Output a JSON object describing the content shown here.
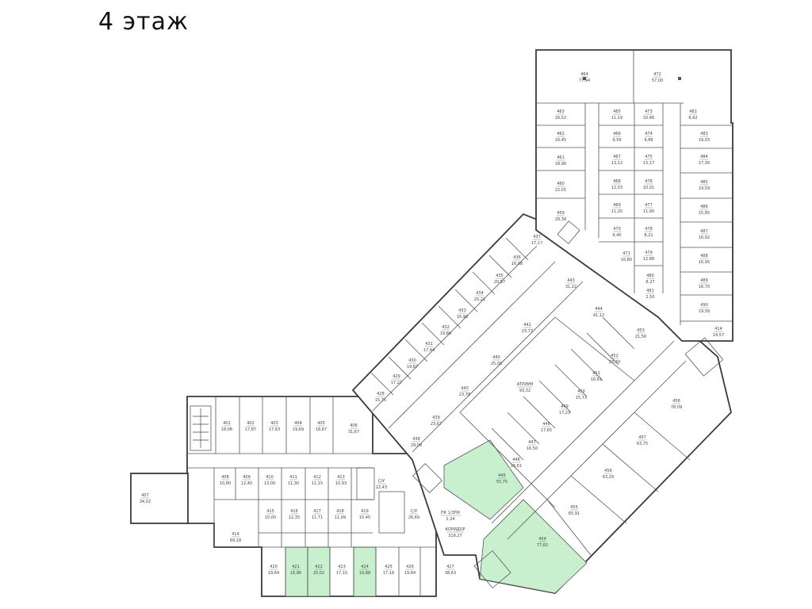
{
  "title": "4 этаж",
  "rooms": [
    {
      "id": "r401",
      "num": "401",
      "area": "18,06"
    },
    {
      "id": "r402",
      "num": "402",
      "area": "17,87"
    },
    {
      "id": "r403",
      "num": "403",
      "area": "17,63"
    },
    {
      "id": "r404",
      "num": "404",
      "area": "19,69"
    },
    {
      "id": "r405",
      "num": "405",
      "area": "18,67"
    },
    {
      "id": "r406",
      "num": "406",
      "area": "31,67"
    },
    {
      "id": "r407",
      "num": "407",
      "area": "34,02"
    },
    {
      "id": "r408",
      "num": "408",
      "area": "10,80"
    },
    {
      "id": "r409",
      "num": "409",
      "area": "12,40"
    },
    {
      "id": "r410",
      "num": "410",
      "area": "13,00"
    },
    {
      "id": "r411",
      "num": "411",
      "area": "11,30"
    },
    {
      "id": "r412",
      "num": "412",
      "area": "11,15"
    },
    {
      "id": "r413",
      "num": "413",
      "area": "10,93"
    },
    {
      "id": "r414",
      "num": "414",
      "area": "69,18"
    },
    {
      "id": "r415",
      "num": "415",
      "area": "10,00"
    },
    {
      "id": "r416",
      "num": "416",
      "area": "12,35"
    },
    {
      "id": "r417",
      "num": "417",
      "area": "11,71"
    },
    {
      "id": "r418",
      "num": "418",
      "area": "11,99"
    },
    {
      "id": "r419",
      "num": "419",
      "area": "10,45"
    },
    {
      "id": "r420",
      "num": "420",
      "area": "19,64"
    },
    {
      "id": "r421",
      "num": "421",
      "area": "16,96"
    },
    {
      "id": "r422",
      "num": "422",
      "area": "20,02"
    },
    {
      "id": "r423",
      "num": "423",
      "area": "17,10"
    },
    {
      "id": "r424",
      "num": "424",
      "area": "19,88"
    },
    {
      "id": "r425",
      "num": "425",
      "area": "17,18"
    },
    {
      "id": "r426",
      "num": "426",
      "area": "19,84"
    },
    {
      "id": "r427",
      "num": "427",
      "area": "38,63"
    },
    {
      "id": "r428",
      "num": "428",
      "area": "15,75"
    },
    {
      "id": "r429",
      "num": "429",
      "area": "17,27"
    },
    {
      "id": "r430",
      "num": "430",
      "area": "19,67"
    },
    {
      "id": "r431",
      "num": "431",
      "area": "17,44"
    },
    {
      "id": "r432",
      "num": "432",
      "area": "19,80"
    },
    {
      "id": "r433",
      "num": "433",
      "area": "16,98"
    },
    {
      "id": "r434",
      "num": "434",
      "area": "20,21"
    },
    {
      "id": "r435",
      "num": "435",
      "area": "20,57"
    },
    {
      "id": "r436",
      "num": "436",
      "area": "16,98"
    },
    {
      "id": "r437",
      "num": "437",
      "area": "17,17"
    },
    {
      "id": "r438",
      "num": "438",
      "area": "29,08"
    },
    {
      "id": "r439",
      "num": "439",
      "area": "23,67"
    },
    {
      "id": "r440a",
      "num": "440",
      "area": "23,78"
    },
    {
      "id": "r440b",
      "num": "440",
      "area": "25,05"
    },
    {
      "id": "r442",
      "num": "442",
      "area": "23,77"
    },
    {
      "id": "r443",
      "num": "443",
      "area": "31,22"
    },
    {
      "id": "r444",
      "num": "444",
      "area": "41,12"
    },
    {
      "id": "r445",
      "num": "445",
      "area": "55,75"
    },
    {
      "id": "r446",
      "num": "446",
      "area": "16,61"
    },
    {
      "id": "r447",
      "num": "447",
      "area": "16,50"
    },
    {
      "id": "r448",
      "num": "448",
      "area": "17,65"
    },
    {
      "id": "r449",
      "num": "449",
      "area": "17,23"
    },
    {
      "id": "r450",
      "num": "450",
      "area": "15,73"
    },
    {
      "id": "r451",
      "num": "451",
      "area": "16,61"
    },
    {
      "id": "r452",
      "num": "452",
      "area": "23,30"
    },
    {
      "id": "r453",
      "num": "453",
      "area": "21,56"
    },
    {
      "id": "r454",
      "num": "454",
      "area": "77,82"
    },
    {
      "id": "r455",
      "num": "455",
      "area": "65,91"
    },
    {
      "id": "r456",
      "num": "456",
      "area": "63,29"
    },
    {
      "id": "r457",
      "num": "457",
      "area": "63,75"
    },
    {
      "id": "r458",
      "num": "458",
      "area": "78,09"
    },
    {
      "id": "r459",
      "num": "459",
      "area": "29,38"
    },
    {
      "id": "r460",
      "num": "460",
      "area": "22,01"
    },
    {
      "id": "r461",
      "num": "461",
      "area": "18,96"
    },
    {
      "id": "r462",
      "num": "462",
      "area": "16,45"
    },
    {
      "id": "r463",
      "num": "463",
      "area": "16,52"
    },
    {
      "id": "r464",
      "num": "464",
      "area": "77,94"
    },
    {
      "id": "r465",
      "num": "465",
      "area": "11,19"
    },
    {
      "id": "r466",
      "num": "466",
      "area": "9,59"
    },
    {
      "id": "r467",
      "num": "467",
      "area": "13,12"
    },
    {
      "id": "r468",
      "num": "468",
      "area": "12,03"
    },
    {
      "id": "r469",
      "num": "469",
      "area": "11,20"
    },
    {
      "id": "r470",
      "num": "470",
      "area": "9,40"
    },
    {
      "id": "r471",
      "num": "471",
      "area": "10,80"
    },
    {
      "id": "r472",
      "num": "472",
      "area": "57,00"
    },
    {
      "id": "r473",
      "num": "473",
      "area": "10,46"
    },
    {
      "id": "r474",
      "num": "474",
      "area": "9,86"
    },
    {
      "id": "r475",
      "num": "475",
      "area": "13,17"
    },
    {
      "id": "r476",
      "num": "476",
      "area": "10,01"
    },
    {
      "id": "r477",
      "num": "477",
      "area": "11,90"
    },
    {
      "id": "r478",
      "num": "478",
      "area": "8,21"
    },
    {
      "id": "r479",
      "num": "479",
      "area": "12,88"
    },
    {
      "id": "r480",
      "num": "480",
      "area": "6,27"
    },
    {
      "id": "r481",
      "num": "481",
      "area": "2,50"
    },
    {
      "id": "r482",
      "num": "482",
      "area": "8,62"
    },
    {
      "id": "r483",
      "num": "483",
      "area": "19,03"
    },
    {
      "id": "r484",
      "num": "484",
      "area": "17,30"
    },
    {
      "id": "r485",
      "num": "485",
      "area": "19,59"
    },
    {
      "id": "r486",
      "num": "486",
      "area": "15,65"
    },
    {
      "id": "r487",
      "num": "487",
      "area": "16,92"
    },
    {
      "id": "r488",
      "num": "488",
      "area": "16,95"
    },
    {
      "id": "r489",
      "num": "489",
      "area": "16,70"
    },
    {
      "id": "r490",
      "num": "490",
      "area": "19,58"
    },
    {
      "id": "r414b",
      "num": "414",
      "area": "14,57"
    },
    {
      "id": "atrium",
      "num": "АТРИУМ",
      "area": "93,32"
    },
    {
      "id": "corridor",
      "num": "КОРИДОР",
      "area": "318,27"
    },
    {
      "id": "su1",
      "num": "С/У",
      "area": "22,43"
    },
    {
      "id": "su2",
      "num": "С/У",
      "area": "26,69"
    },
    {
      "id": "pk",
      "num": "ПК 1/3ПК",
      "area": "1,24"
    }
  ]
}
